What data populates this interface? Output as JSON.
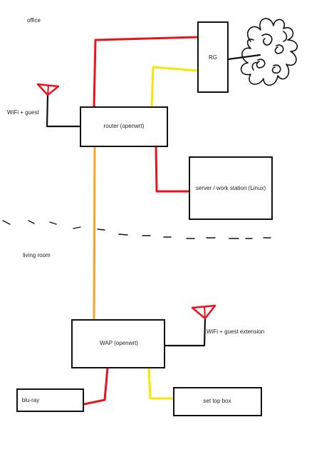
{
  "zones": {
    "office": "office",
    "living_room": "living room"
  },
  "devices": {
    "rg": "RG",
    "router": "router (openwrt)",
    "server": "server / work station (Linux)",
    "wap": "WAP (openwrt)",
    "bluray": "blu-ray",
    "settop": "set top box"
  },
  "antennas": {
    "office": "WiFi + guest",
    "living": "WiFi + guest extension"
  },
  "colors": {
    "ethernet_red": "#e8141c",
    "ethernet_yellow": "#f5e800",
    "ethernet_orange": "#f5a623",
    "outline": "#111111"
  }
}
